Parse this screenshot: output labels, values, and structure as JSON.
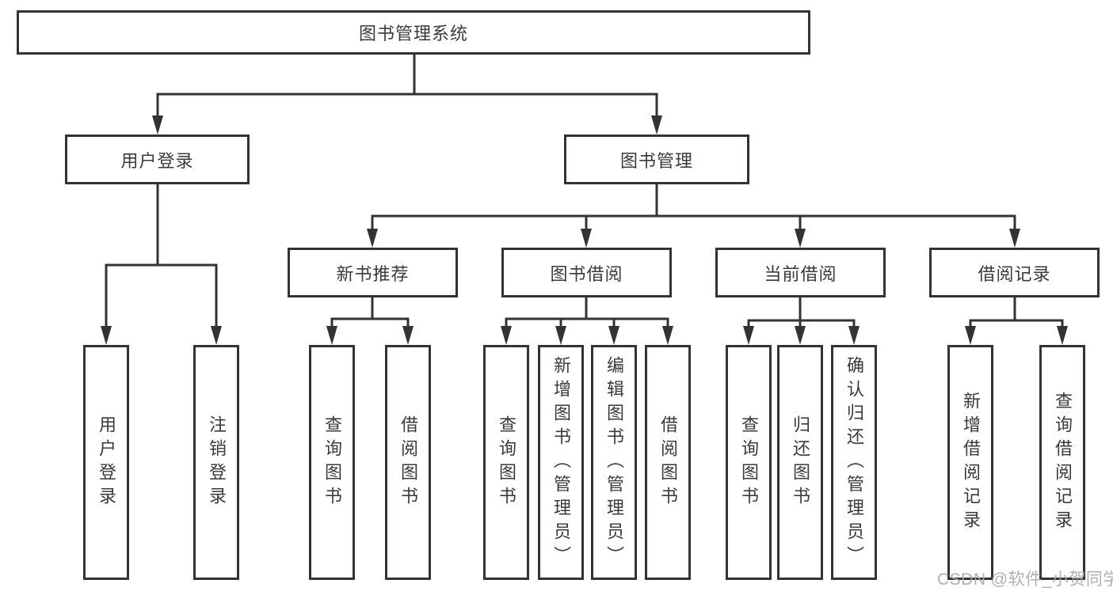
{
  "diagram": {
    "root": "图书管理系统",
    "level2": {
      "user_login": "用户登录",
      "book_mgmt": "图书管理"
    },
    "level3": {
      "new_book": "新书推荐",
      "book_borrow": "图书借阅",
      "current_borrow": "当前借阅",
      "borrow_records": "借阅记录"
    },
    "leaves": {
      "user_login": [
        "用户登录",
        "注销登录"
      ],
      "new_book": [
        "查询图书",
        "借阅图书"
      ],
      "book_borrow": [
        "查询图书",
        "新增图书（管理员）",
        "编辑图书（管理员）",
        "借阅图书"
      ],
      "current_borrow": [
        "查询图书",
        "归还图书",
        "确认归还（管理员）"
      ],
      "borrow_records": [
        "新增借阅记录",
        "查询借阅记录"
      ]
    },
    "colors": {
      "line": "#333333",
      "text": "#3a3a3a",
      "background": "#ffffff",
      "watermark": "#a8a8ad"
    }
  },
  "watermark": {
    "text": "CSDN @软件_小贺同学"
  }
}
